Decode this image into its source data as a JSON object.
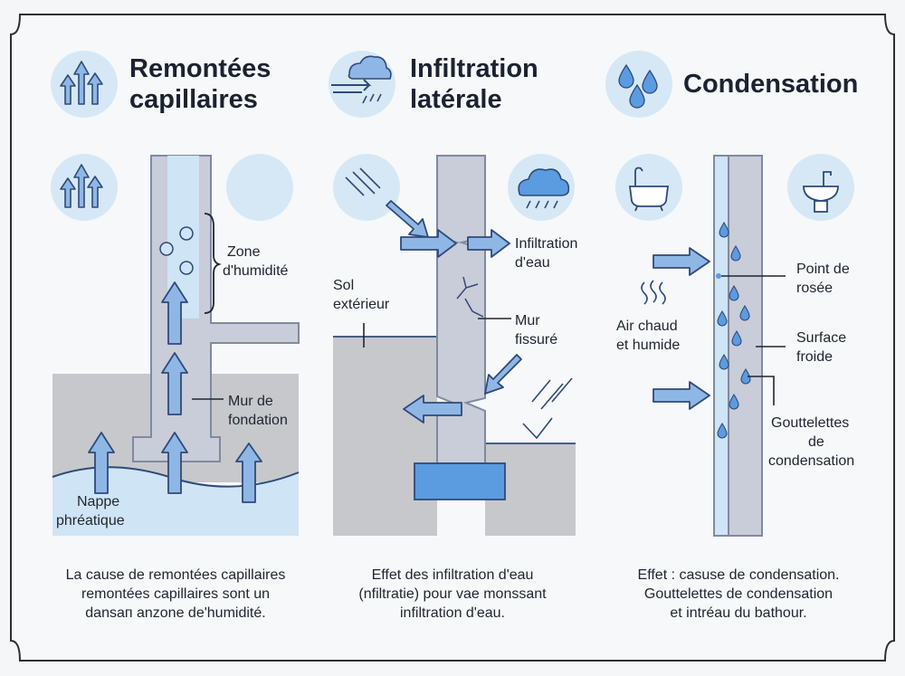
{
  "panels": [
    {
      "id": "capillary",
      "title_line1": "Remontées",
      "title_line2": "capillaires",
      "labels": {
        "zone_line1": "Zone",
        "zone_line2": "d'humidité",
        "mur_line1": "Mur de",
        "mur_line2": "fondation",
        "nappe_line1": "Nappe",
        "nappe_line2": "phréatique"
      },
      "caption_line1": "La cause de remontées capillaires",
      "caption_line2": "remontées capillaires sont un",
      "caption_line3": "dansaп anzone de'humidité."
    },
    {
      "id": "infiltration",
      "title_line1": "Infiltration",
      "title_line2": "latérale",
      "labels": {
        "infil_line1": "Infiltration",
        "infil_line2": "d'eau",
        "sol_line1": "Sol",
        "sol_line2": "extérieur",
        "mur_line1": "Mur",
        "mur_line2": "fissuré"
      },
      "caption_line1": "Effet des infiltration d'eau",
      "caption_line2": "(nfiltratie) pour vae monssant",
      "caption_line3": "infiltration d'eau."
    },
    {
      "id": "condensation",
      "title_line1": "Condensation",
      "labels": {
        "rosee_line1": "Point de",
        "rosee_line2": "rosée",
        "air_line1": "Air chaud",
        "air_line2": "et humide",
        "surface_line1": "Surface",
        "surface_line2": "froide",
        "gout_line1": "Gouttelettes",
        "gout_line2": "de",
        "gout_line3": "condensation"
      },
      "caption_line1": "Effet : casuse de condensation.",
      "caption_line2": "Gouttelettes de condensation",
      "caption_line3": "et intréau du bathour."
    }
  ],
  "colors": {
    "wall": "#c9ccd9",
    "wall_stroke": "#7f8aa0",
    "ground": "#c6c8cc",
    "water": "#cfe4f5",
    "arrow_fill": "#8fb7e6",
    "arrow_stroke": "#2f4a78",
    "icon_circle": "#d6e8f5",
    "drop": "#5b9be0"
  },
  "icons": [
    "up-arrows-icon",
    "cloud-rain-wind-icon",
    "droplets-icon",
    "bathtub-icon",
    "sink-icon",
    "steam-icon",
    "rain-cloud-icon",
    "rain-streaks-icon"
  ]
}
